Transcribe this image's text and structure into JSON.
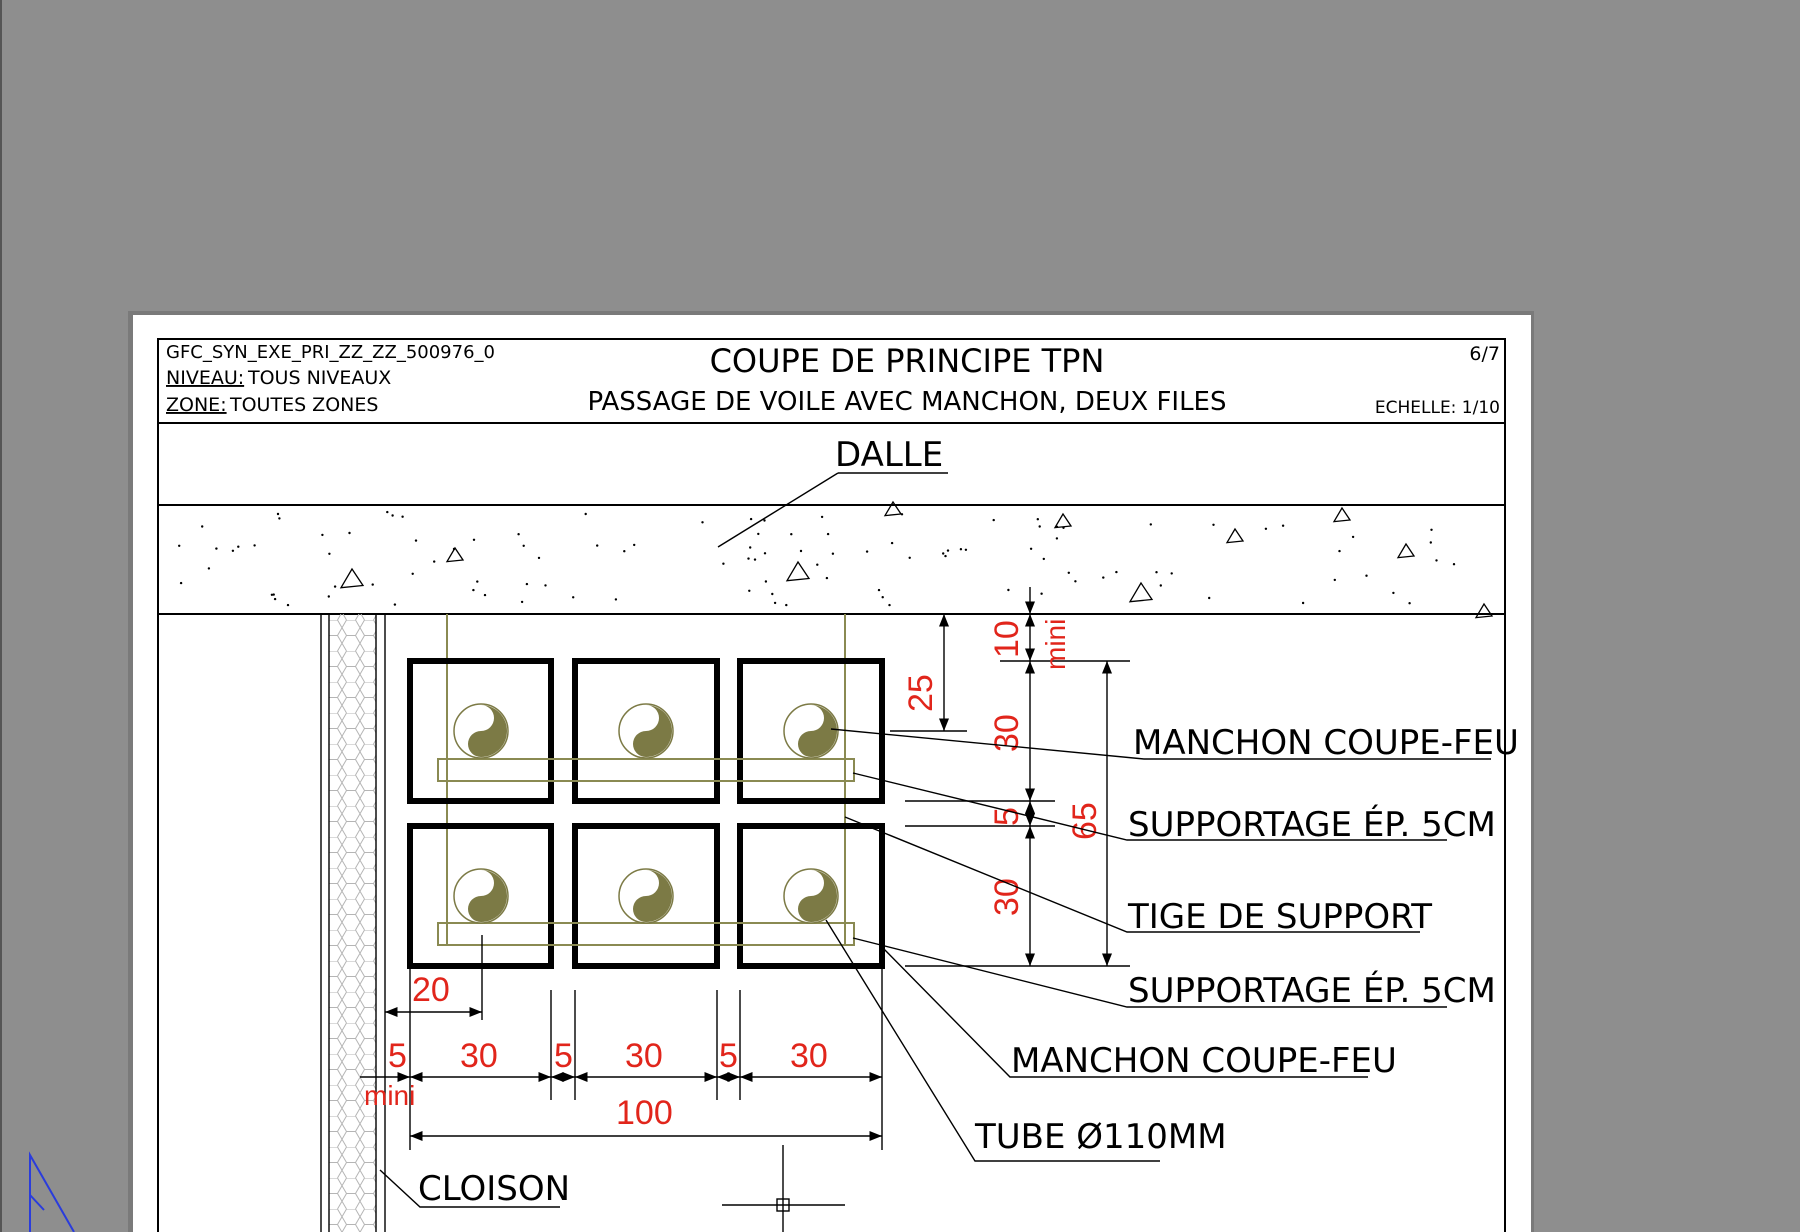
{
  "title_block": {
    "reference": "GFC_SYN_EXE_PRI_ZZ_ZZ_500976_0",
    "niveau_label": "NIVEAU:",
    "niveau_value": "TOUS NIVEAUX",
    "zone_label": "ZONE:",
    "zone_value": "TOUTES ZONES",
    "title": "COUPE DE PRINCIPE TPN",
    "subtitle": "PASSAGE DE VOILE AVEC MANCHON, DEUX FILES",
    "page": "6/7",
    "scale": "ECHELLE: 1/10"
  },
  "labels": {
    "dalle": "DALLE",
    "manchon_1": "MANCHON COUPE-FEU",
    "supportage_1": "SUPPORTAGE ÉP. 5CM",
    "tige": "TIGE DE SUPPORT",
    "supportage_2": "SUPPORTAGE ÉP. 5CM",
    "manchon_2": "MANCHON COUPE-FEU",
    "tube": "TUBE Ø110MM",
    "cloison": "CLOISON"
  },
  "dimensions": {
    "d10": "10",
    "mini_top": "mini",
    "d25": "25",
    "d30_a": "30",
    "d5_v": "5",
    "d65": "65",
    "d30_b": "30",
    "d20": "20",
    "d5_a": "5",
    "d30_h1": "30",
    "d5_b": "5",
    "d30_h2": "30",
    "d5_c": "5",
    "d30_h3": "30",
    "mini_left": "mini",
    "d100": "100"
  },
  "colors": {
    "background": "#8e8e8e",
    "sheet": "#ffffff",
    "ink": "#000000",
    "dimension": "#e1251b",
    "pipe": "#7c7a45"
  }
}
